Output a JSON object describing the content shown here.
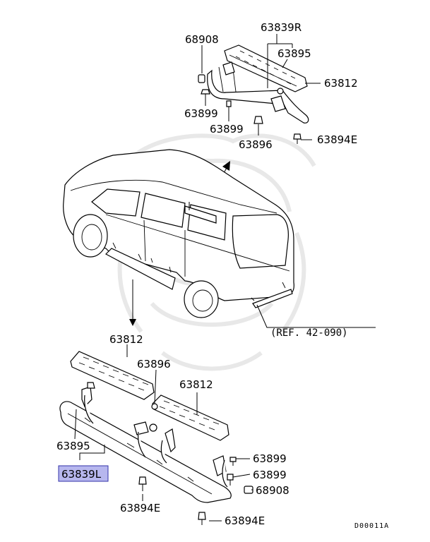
{
  "diagram": {
    "callouts": {
      "top_63839R": "63839R",
      "top_68908": "68908",
      "top_63895": "63895",
      "top_63812": "63812",
      "top_63899_a": "63899",
      "top_63899_b": "63899",
      "top_63896": "63896",
      "top_63894E": "63894E",
      "ref": "(REF. 42-090)",
      "bot_63812_a": "63812",
      "bot_63896": "63896",
      "bot_63812_b": "63812",
      "bot_63895": "63895",
      "bot_63839L": "63839L",
      "bot_63899_a": "63899",
      "bot_63899_b": "63899",
      "bot_68908": "68908",
      "bot_63894E_a": "63894E",
      "bot_63894E_b": "63894E"
    },
    "highlighted_part": "63839L",
    "highlight_color": "#b7b7ee",
    "diagram_code": "D00011A"
  }
}
